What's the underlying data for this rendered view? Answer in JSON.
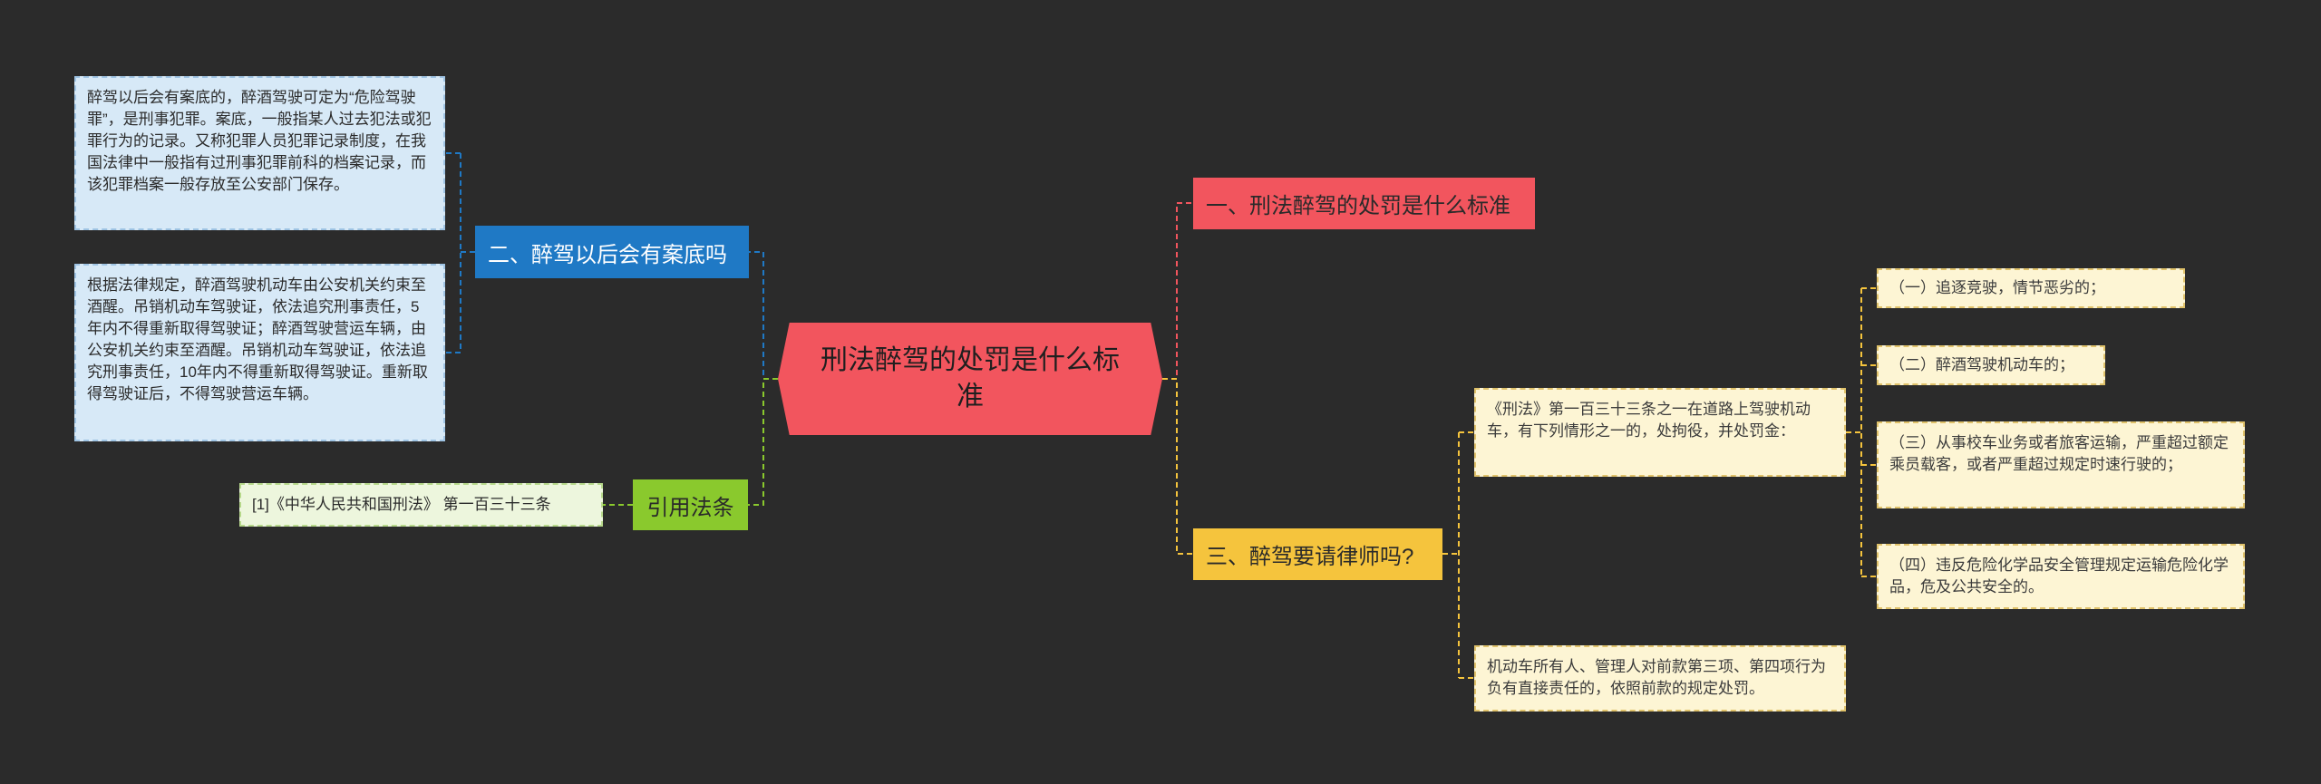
{
  "root": {
    "label": "刑法醉驾的处罚是什么标准"
  },
  "branches": {
    "b1": {
      "label": "一、刑法醉驾的处罚是什么标准",
      "color": "#f2555e"
    },
    "b2": {
      "label": "二、醉驾以后会有案底吗",
      "color": "#1f79c5",
      "children": [
        "醉驾以后会有案底的，醉酒驾驶可定为“危险驾驶罪”，是刑事犯罪。案底，一般指某人过去犯法或犯罪行为的记录。又称犯罪人员犯罪记录制度，在我国法律中一般指有过刑事犯罪前科的档案记录，而该犯罪档案一般存放至公安部门保存。",
        "根据法律规定，醉酒驾驶机动车由公安机关约束至酒醒。吊销机动车驾驶证，依法追究刑事责任，5年内不得重新取得驾驶证；醉酒驾驶营运车辆，由公安机关约束至酒醒。吊销机动车驾驶证，依法追究刑事责任，10年内不得重新取得驾驶证。重新取得驾驶证后，不得驾驶营运车辆。"
      ]
    },
    "b3": {
      "label": "三、醉驾要请律师吗?",
      "color": "#f5c43d",
      "children": [
        "《刑法》第一百三十三条之一在道路上驾驶机动车，有下列情形之一的，处拘役，并处罚金：",
        "机动车所有人、管理人对前款第三项、第四项行为负有直接责任的，依照前款的规定处罚。"
      ],
      "sub_items": [
        "（一）追逐竞驶，情节恶劣的；",
        "（二）醉酒驾驶机动车的；",
        "（三）从事校车业务或者旅客运输，严重超过额定乘员载客，或者严重超过规定时速行驶的；",
        "（四）违反危险化学品安全管理规定运输危险化学品，危及公共安全的。"
      ]
    },
    "b4": {
      "label": "引用法条",
      "color": "#8ac92d",
      "children": [
        "[1]《中华人民共和国刑法》 第一百三十三条"
      ]
    }
  }
}
